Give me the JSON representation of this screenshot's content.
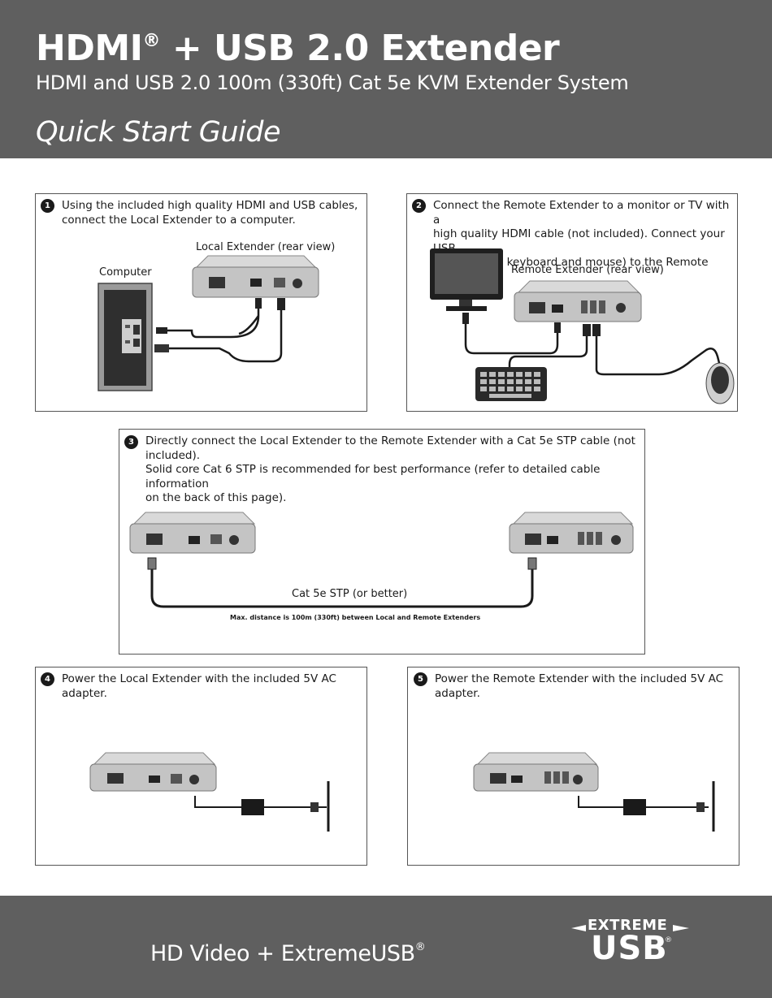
{
  "header": {
    "title": "HDMI",
    "title_mark": "®",
    "title_rest": " + USB 2.0 Extender",
    "subtitle": "HDMI and USB 2.0 100m (330ft) Cat 5e KVM Extender System",
    "guide": "Quick Start Guide"
  },
  "steps": [
    {
      "number": "1",
      "lines": [
        "Using the included high quality HDMI and USB cables,",
        "connect the Local Extender to a computer."
      ],
      "labels": {
        "device": "Local Extender (rear view)",
        "computer": "Computer"
      }
    },
    {
      "number": "2",
      "lines": [
        "Connect the Remote Extender to a monitor or TV with a",
        "high quality HDMI cable (not included). Connect your USB",
        "devices (e.g. keyboard and mouse) to the Remote Extender."
      ],
      "labels": {
        "device": "Remote Extender (rear view)"
      }
    },
    {
      "number": "3",
      "lines": [
        "Directly connect the Local Extender to the Remote Extender with a Cat 5e STP cable (not included).",
        "Solid core Cat 6 STP is recommended for best performance (refer to detailed cable information",
        "on the back of this page)."
      ],
      "labels": {
        "cable": "Cat 5e STP (or better)",
        "distance": "Max. distance is 100m (330ft) between Local and Remote Extenders"
      }
    },
    {
      "number": "4",
      "lines": [
        "Power the Local Extender with the included 5V AC adapter."
      ]
    },
    {
      "number": "5",
      "lines": [
        "Power the Remote Extender with the included 5V AC",
        "adapter."
      ]
    }
  ],
  "footer": {
    "tagline": "HD Video + ExtremeUSB",
    "tagline_mark": "®",
    "logo_top": "EXTREME",
    "logo_bottom": "USB",
    "logo_mark": "®"
  },
  "colors": {
    "band": "#5f5f5f",
    "device": "#c8c8c8",
    "cable": "#1a1a1a"
  }
}
